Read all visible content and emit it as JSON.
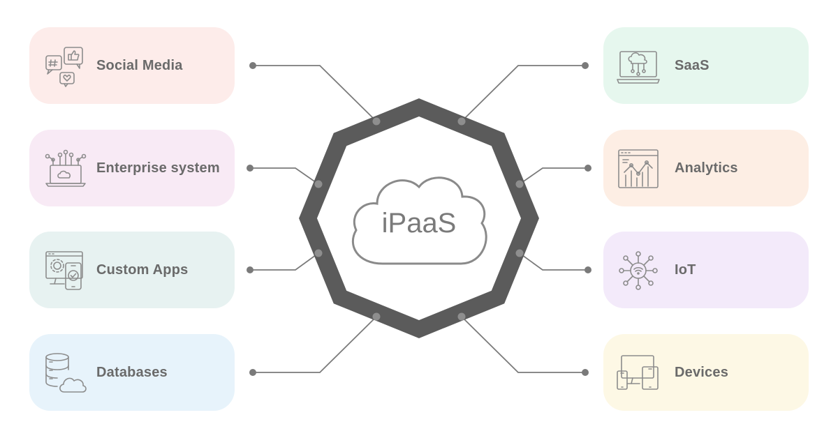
{
  "center": {
    "label": "iPaaS"
  },
  "left_items": [
    {
      "label": "Social Media",
      "icon": "social-media-icon",
      "bg": "#fdecea"
    },
    {
      "label": "Enterprise system",
      "icon": "enterprise-laptop-icon",
      "bg": "#f8eaf5"
    },
    {
      "label": "Custom Apps",
      "icon": "custom-apps-icon",
      "bg": "#e7f2f1"
    },
    {
      "label": "Databases",
      "icon": "database-cloud-icon",
      "bg": "#e7f3fb"
    }
  ],
  "right_items": [
    {
      "label": "SaaS",
      "icon": "cloud-computer-icon",
      "bg": "#e6f7ee"
    },
    {
      "label": "Analytics",
      "icon": "analytics-chart-icon",
      "bg": "#fdeee4"
    },
    {
      "label": "IoT",
      "icon": "iot-network-icon",
      "bg": "#f3eafa"
    },
    {
      "label": "Devices",
      "icon": "devices-icon",
      "bg": "#fdf8e5"
    }
  ],
  "colors": {
    "octagon": "#5b5b5b",
    "connector": "#7a7a7a",
    "label": "#6a6a6a",
    "icon": "#8c8c8c"
  }
}
